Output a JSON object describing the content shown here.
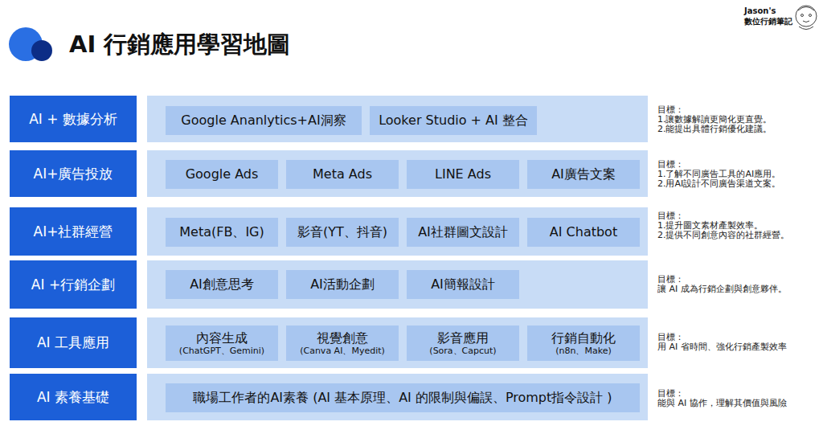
{
  "diagram": {
    "title": "AI 行銷應用學習地圖",
    "nodes": [
      {
        "text": [
          "AI + 數據分析"
        ]
      },
      {
        "text": [
          "Google Ananlytics+AI洞察"
        ]
      },
      {
        "text": [
          "Looker Studio + AI 整合"
        ]
      },
      {
        "text": [
          "AI+廣告投放"
        ]
      },
      {
        "text": [
          "Google Ads"
        ]
      },
      {
        "text": [
          "Meta Ads"
        ]
      },
      {
        "text": [
          "LINE Ads"
        ]
      },
      {
        "text": [
          "AI廣告文案"
        ]
      },
      {
        "text": [
          "AI+社群經營"
        ]
      },
      {
        "text": [
          "Meta(FB、IG)"
        ]
      },
      {
        "text": [
          "影音(YT、抖音)"
        ]
      },
      {
        "text": [
          "AI社群圖文設計"
        ]
      },
      {
        "text": [
          "AI Chatbot"
        ]
      },
      {
        "text": [
          "AI +行銷企劃"
        ]
      },
      {
        "text": [
          "AI創意思考"
        ]
      },
      {
        "text": [
          "AI活動企劃"
        ]
      },
      {
        "text": [
          "AI簡報設計"
        ]
      },
      {
        "text": [
          "AI 工具應用"
        ]
      },
      {
        "text": [
          "內容生成",
          "(ChatGPT、Gemini)"
        ]
      },
      {
        "text": [
          "視覺創意",
          "(Canva AI、Myedit)"
        ]
      },
      {
        "text": [
          "影音應用",
          "(Sora、Capcut)"
        ]
      },
      {
        "text": [
          "行銷自動化",
          "(n8n、Make)"
        ]
      },
      {
        "text": [
          "AI 素養基礎"
        ]
      },
      {
        "text": [
          "職場工作者的AI素養 (AI 基本原理、AI 的限制與偏誤、Prompt指令設計 )"
        ]
      }
    ],
    "labels": [
      "Jason's",
      "數位行銷筆記",
      "目標：",
      "1.讓數據解讀更簡化更直覺。",
      "2.能提出具體行銷優化建議。",
      "目標：",
      "1.了解不同廣告工具的AI應用。",
      "2.用AI設計不同廣告渠道文案。",
      "目標：",
      "1.提升圖文素材產製效率。",
      "2.提供不同創意內容的社群經營。",
      "目標：",
      "讓 AI 成為行銷企劃與創意夥伴。",
      "目標：",
      "用 AI 省時間、強化行銷產製效率",
      "目標：",
      "能與 AI 協作，理解其價值與風險"
    ]
  }
}
